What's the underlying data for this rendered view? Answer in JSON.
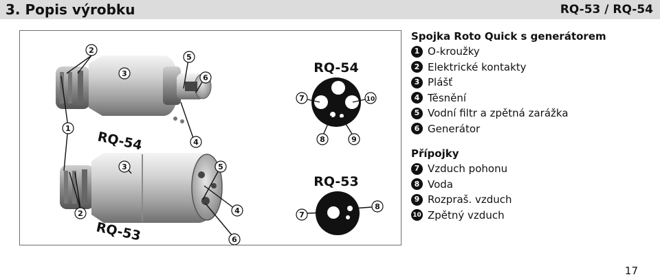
{
  "header": {
    "title": "3. Popis výrobku",
    "model": "RQ-53 / RQ-54"
  },
  "figure": {
    "label_top_unit": "RQ-54",
    "label_bottom_unit": "RQ-53",
    "label_top_face": "RQ-54",
    "label_bottom_face": "RQ-53",
    "callouts": [
      "1",
      "2",
      "3",
      "4",
      "5",
      "6",
      "7",
      "8",
      "9",
      "10"
    ]
  },
  "section1": {
    "title": "Spojka Roto Quick s generátorem",
    "items": [
      {
        "num": "1",
        "text": "O-kroužky"
      },
      {
        "num": "2",
        "text": "Elektrické kontakty"
      },
      {
        "num": "3",
        "text": "Plášť"
      },
      {
        "num": "4",
        "text": "Těsnění"
      },
      {
        "num": "5",
        "text": "Vodní filtr a zpětná zarážka"
      },
      {
        "num": "6",
        "text": "Generátor"
      }
    ]
  },
  "section2": {
    "title": "Přípojky",
    "items": [
      {
        "num": "7",
        "text": "Vzduch pohonu"
      },
      {
        "num": "8",
        "text": "Voda"
      },
      {
        "num": "9",
        "text": "Rozpraš. vzduch"
      },
      {
        "num": "10",
        "text": "Zpětný vzduch"
      }
    ]
  },
  "page_number": "17"
}
